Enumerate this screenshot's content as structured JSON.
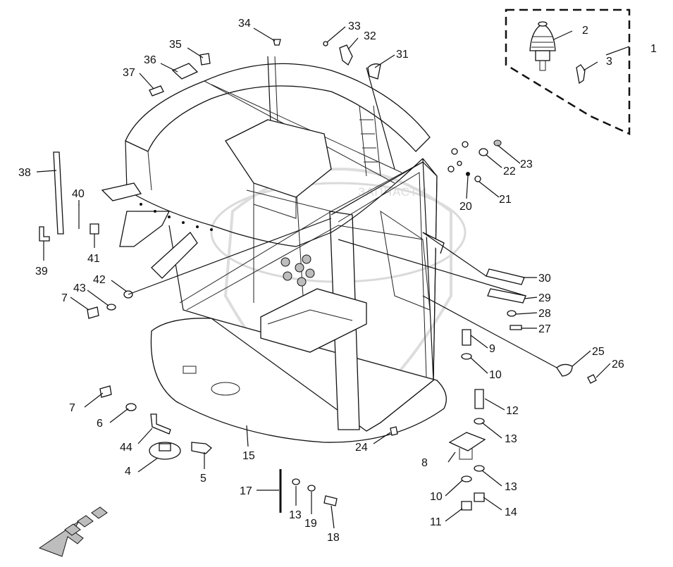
{
  "watermark": {
    "text": "ЗАПЧАСТИ"
  },
  "callouts": [
    "1",
    "2",
    "3",
    "4",
    "5",
    "6",
    "7",
    "8",
    "9",
    "10",
    "11",
    "12",
    "13",
    "14",
    "15",
    "17",
    "18",
    "19",
    "20",
    "21",
    "22",
    "23",
    "24",
    "25",
    "26",
    "27",
    "28",
    "29",
    "30",
    "31",
    "32",
    "33",
    "34",
    "35",
    "36",
    "37",
    "38",
    "39",
    "40",
    "41",
    "42",
    "43",
    "44"
  ]
}
